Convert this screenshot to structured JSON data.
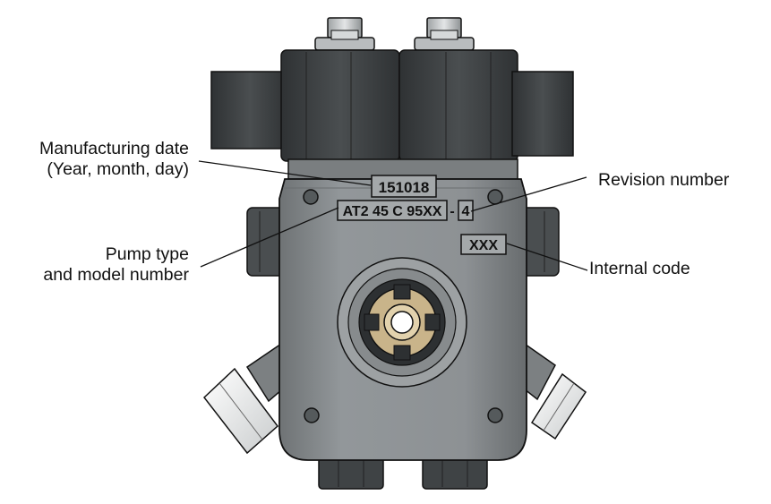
{
  "callouts": {
    "manufacturing_date": {
      "line1": "Manufacturing date",
      "line2": "(Year, month, day)"
    },
    "pump_type": {
      "line1": "Pump type",
      "line2": "and model number"
    },
    "revision_number": "Revision number",
    "internal_code": "Internal code"
  },
  "plate": {
    "date": "151018",
    "model": "AT2 45 C 95XX",
    "separator": "-",
    "revision": "4",
    "internal": "XXX"
  },
  "colors": {
    "body": "#8c9092",
    "body_dark": "#5f6365",
    "coil": "#3f4345",
    "coil_dark": "#2c2f31",
    "brass": "#c9b48a",
    "outline": "#111111"
  }
}
